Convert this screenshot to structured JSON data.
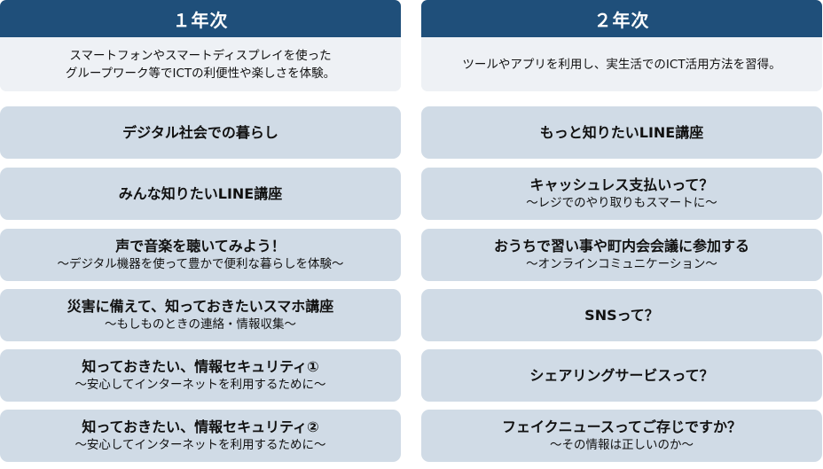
{
  "columns": [
    {
      "header": "１年次",
      "description": [
        "スマートフォンやスマートディスプレイを使った",
        "グループワーク等でICTの利便性や楽しさを体験。"
      ],
      "courses": [
        {
          "title": "デジタル社会での暮らし",
          "subtitle": ""
        },
        {
          "title": "みんな知りたいLINE講座",
          "subtitle": ""
        },
        {
          "title": "声で音楽を聴いてみよう！",
          "subtitle": "～デジタル機器を使って豊かで便利な暮らしを体験～"
        },
        {
          "title": "災害に備えて、知っておきたいスマホ講座",
          "subtitle": "～もしものときの連絡・情報収集～"
        },
        {
          "title": "知っておきたい、情報セキュリティ①",
          "subtitle": "～安心してインターネットを利用するために～"
        },
        {
          "title": "知っておきたい、情報セキュリティ②",
          "subtitle": "～安心してインターネットを利用するために～"
        }
      ]
    },
    {
      "header": "２年次",
      "description": [
        "ツールやアプリを利用し、実生活でのICT活用方法を習得。"
      ],
      "courses": [
        {
          "title": "もっと知りたいLINE講座",
          "subtitle": ""
        },
        {
          "title": "キャッシュレス支払いって？",
          "subtitle": "～レジでのやり取りもスマートに～"
        },
        {
          "title": "おうちで習い事や町内会会議に参加する",
          "subtitle": "～オンラインコミュニケーション～"
        },
        {
          "title": "SNSって？",
          "subtitle": ""
        },
        {
          "title": "シェアリングサービスって？",
          "subtitle": ""
        },
        {
          "title": "フェイクニュースってご存じですか？",
          "subtitle": "～その情報は正しいのか～"
        }
      ]
    }
  ],
  "colors": {
    "header_bg": "#1f4f7a",
    "description_bg": "#eef1f5",
    "course_bg": "#d0dbe6"
  }
}
